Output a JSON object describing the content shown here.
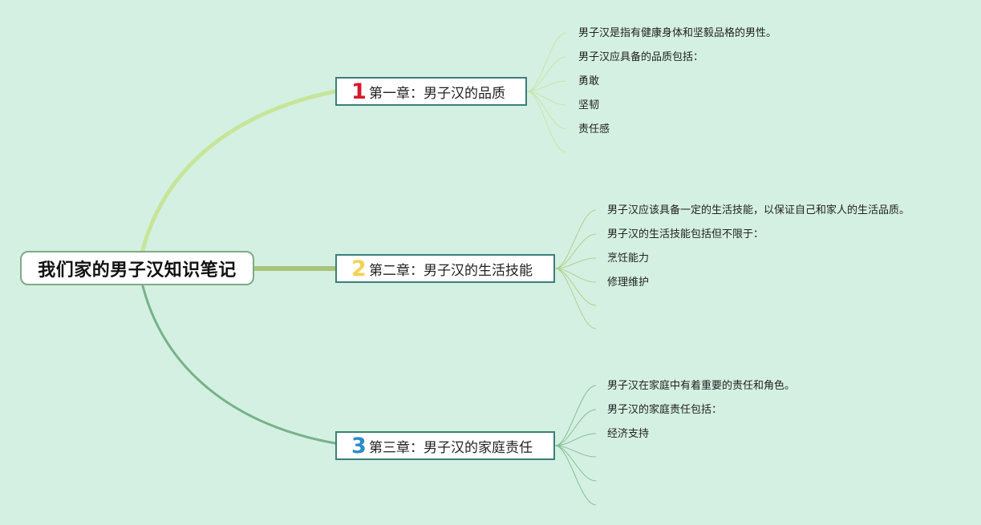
{
  "root": {
    "title": "我们家的男子汉知识笔记"
  },
  "colors": {
    "background": "#d4f0e2",
    "branch1": "#c7e59a",
    "branch2": "#a9c47a",
    "branch3": "#76b289",
    "num1": "#d6192b",
    "num2": "#f4d254",
    "num3": "#2d8bc8"
  },
  "chapters": [
    {
      "number": "1",
      "title": "第一章：男子汉的品质",
      "items": [
        "男子汉是指有健康身体和坚毅品格的男性。",
        "男子汉应具备的品质包括：",
        "勇敢",
        "坚韧",
        "责任感"
      ]
    },
    {
      "number": "2",
      "title": "第二章：男子汉的生活技能",
      "items": [
        "男子汉应该具备一定的生活技能，以保证自己和家人的生活品质。",
        "男子汉的生活技能包括但不限于：",
        "烹饪能力",
        "修理维护"
      ]
    },
    {
      "number": "3",
      "title": "第三章：男子汉的家庭责任",
      "items": [
        "男子汉在家庭中有着重要的责任和角色。",
        "男子汉的家庭责任包括：",
        "经济支持"
      ]
    }
  ]
}
